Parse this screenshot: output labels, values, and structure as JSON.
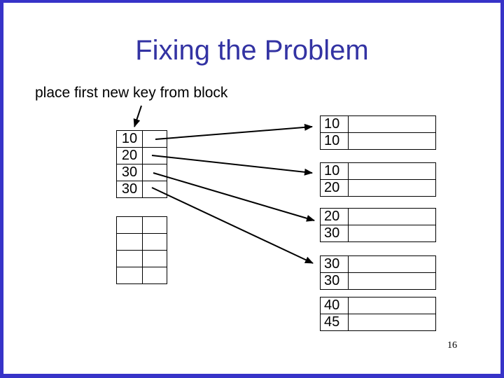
{
  "slide": {
    "title": "Fixing the Problem",
    "subtitle": "place first new key from block",
    "page_number": "16"
  },
  "colors": {
    "frame_border": "#3733C8",
    "title_text": "#3333A3",
    "body_text": "#000000",
    "table_line": "#000000",
    "background": "#FFFFFF"
  },
  "left_block": {
    "values": [
      "10",
      "20",
      "30",
      "30"
    ]
  },
  "empty_block": {
    "rows": 4,
    "cols": 2
  },
  "right_blocks": [
    {
      "values": [
        "10",
        "10"
      ]
    },
    {
      "values": [
        "10",
        "20"
      ]
    },
    {
      "values": [
        "20",
        "30"
      ]
    },
    {
      "values": [
        "30",
        "30"
      ]
    },
    {
      "values": [
        "40",
        "45"
      ]
    }
  ],
  "arrows": [
    {
      "from": "subtitle",
      "to": "left-block-top"
    },
    {
      "from": "left-block-row-1",
      "to": "bucket-1"
    },
    {
      "from": "left-block-row-2",
      "to": "bucket-2"
    },
    {
      "from": "left-block-row-3",
      "to": "bucket-3"
    },
    {
      "from": "left-block-row-4",
      "to": "bucket-4"
    }
  ]
}
